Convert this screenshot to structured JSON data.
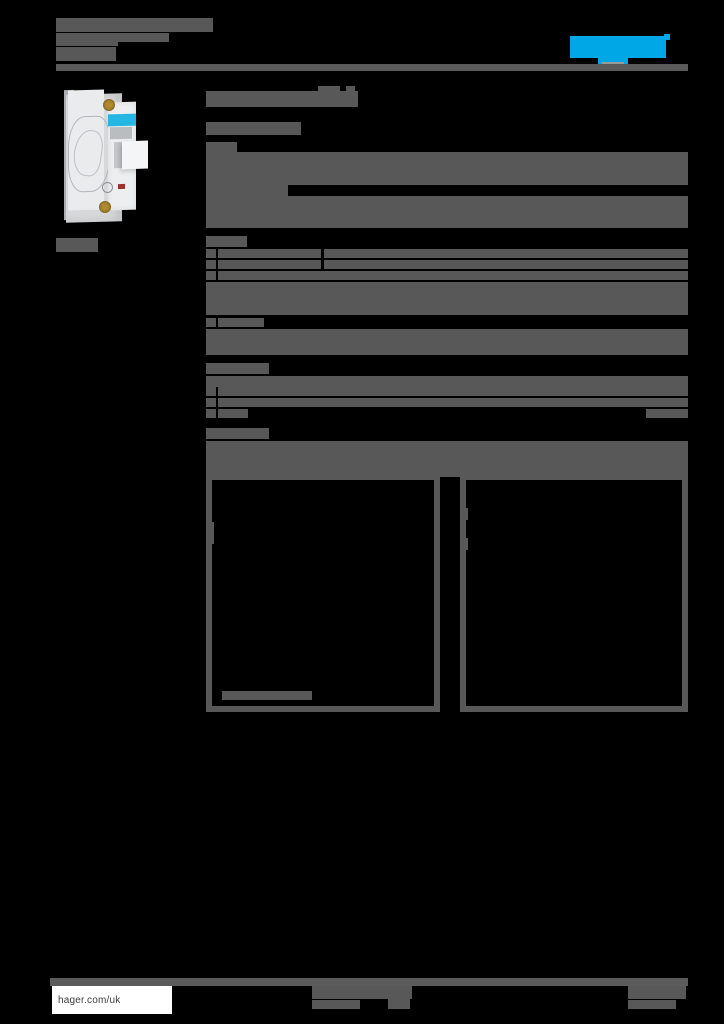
{
  "document": {
    "kind": "product-datasheet",
    "brand": "hager",
    "redacted": true,
    "page_background": "#000000",
    "redaction_color": "#585858",
    "accent_color": "#00a7e7"
  },
  "header": {
    "title_redacted": true,
    "title_lines": [
      "",
      "",
      ""
    ],
    "logo": {
      "name": "hager",
      "color": "#00a7e7",
      "trademark": "®"
    },
    "rule_color": "#5b5b5b"
  },
  "product": {
    "image_alt": "DIN rail modular device",
    "caption": "",
    "label_color": "#26b6e4",
    "body_color": "#d6d8da"
  },
  "spec": {
    "heading": "",
    "subheading": "",
    "sections": [
      {
        "title": "",
        "rows": [
          "",
          "",
          "",
          "",
          ""
        ]
      },
      {
        "title": "",
        "rows": [
          "",
          "",
          "",
          "",
          "",
          "",
          ""
        ]
      },
      {
        "title": "",
        "rows": [
          "",
          "",
          "",
          ""
        ]
      },
      {
        "title": "",
        "rows": [
          "",
          ""
        ]
      }
    ]
  },
  "boxes": {
    "left": {
      "label": "",
      "caption": ""
    },
    "right": {
      "label": "",
      "caption": ""
    },
    "border_color": "#585858"
  },
  "footer": {
    "url": "hager.com/uk",
    "center_line1": "",
    "center_line2": "",
    "right_line1": "",
    "right_line2": "",
    "rule_color": "#5b5b5b"
  }
}
